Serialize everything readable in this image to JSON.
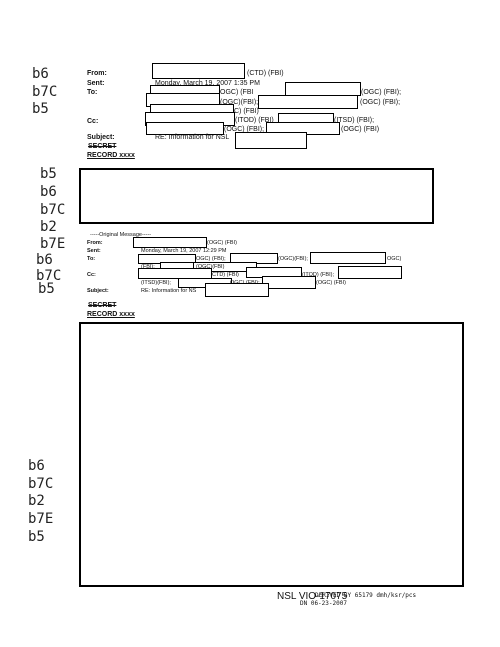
{
  "exemption_codes_1": [
    "b6",
    "b7C",
    "b5"
  ],
  "exemption_codes_2": [
    "b5",
    "b6",
    "b7C",
    "b2",
    "b7E",
    "b6",
    "b7C",
    "b5"
  ],
  "exemption_codes_3": [
    "b6",
    "b7C",
    "b2",
    "b7E",
    "b5"
  ],
  "email1": {
    "from_label": "From:",
    "from_suffix": "(CTD) (FBI)",
    "sent_label": "Sent:",
    "sent_value": "Monday, March 19, 2007 1:35 PM",
    "to_label": "To:",
    "to_frag1": "OGC) (FBI",
    "to_frag2": "(OGC) (FBI);",
    "to_frag3": "(OGC)(FBI);",
    "to_frag4": "(OGC) (FBI);",
    "to_frag5": "C) (FBI)",
    "cc_label": "Cc:",
    "cc_frag1": "(ITOD) (FBI)",
    "cc_frag2": "(ITSD) (FBI);",
    "cc_frag3": "(OGC) (FBI);",
    "cc_frag4": "(OGC) (FBI)",
    "subject_label": "Subject:",
    "subject_value": "RE: Information for NSL",
    "classification": "SECRET",
    "record": "RECORD xxxx"
  },
  "email2": {
    "header": "-----Original Message-----",
    "from_label": "From:",
    "from_suffix": "(OGC) (FBI)",
    "sent_label": "Sent:",
    "sent_value": "Monday, March 19, 2007 12:29 PM",
    "to_label": "To:",
    "to_frag1": "OGC) (FBI);",
    "to_frag2": "(OGC)(FBI);",
    "to_frag3": "OGC)",
    "to_frag4": "(FBI);",
    "to_frag5": "(OGC)(FBI)",
    "cc_label": "Cc:",
    "cc_frag1": "CTD) (FBI)",
    "cc_frag2": "(ITOD) (FBI);",
    "cc_frag3": "(ITSD)(FBI);",
    "cc_frag4": "OGC) (FBI);",
    "cc_frag5": "(OGC) (FBI)",
    "subject_label": "Subject:",
    "subject_value": "RE: Information for NS",
    "classification": "SECRET",
    "record": "RECORD xxxx"
  },
  "footer": {
    "bates": "NSL VIO-17075",
    "stamp_line1": "DERIVED BY 65179 dmh/ksr/pcs",
    "stamp_line2": "DN 06-23-2007"
  }
}
